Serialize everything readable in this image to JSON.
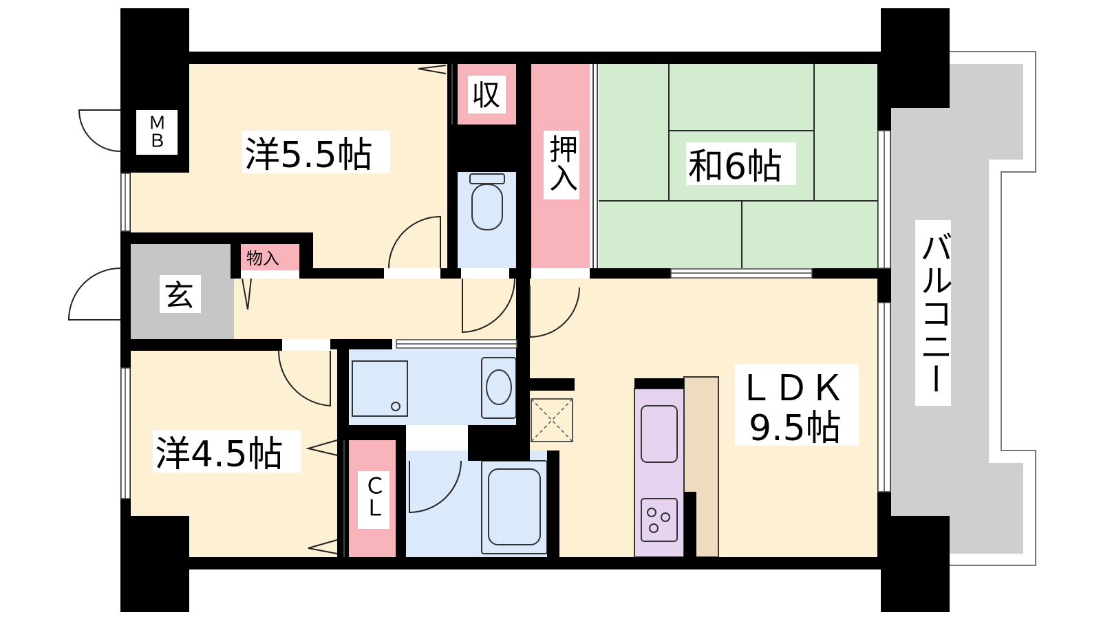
{
  "rooms": {
    "western_a": "洋5.5帖",
    "japanese": "和6帖",
    "western_b": "洋4.5帖",
    "ldk_line1": "ＬＤＫ",
    "ldk_line2": "9.5帖",
    "entrance": "玄",
    "balcony": "バルコニー"
  },
  "storage": {
    "shu": "収",
    "oshiire": "押入",
    "monoire": "物入",
    "mb": "ＭＢ",
    "cl": "ＣＬ"
  },
  "colors": {
    "wall": "#000000",
    "western_floor": "#fdf0d3",
    "tatami": "#d3ebcf",
    "wet_area": "#dbeafb",
    "storage": "#f9b4bb",
    "entrance": "#c6c6c6",
    "balcony": "#cfcfcf",
    "kitchen_counter": "#e6d3ef",
    "kitchen_side": "#efdcc0"
  }
}
